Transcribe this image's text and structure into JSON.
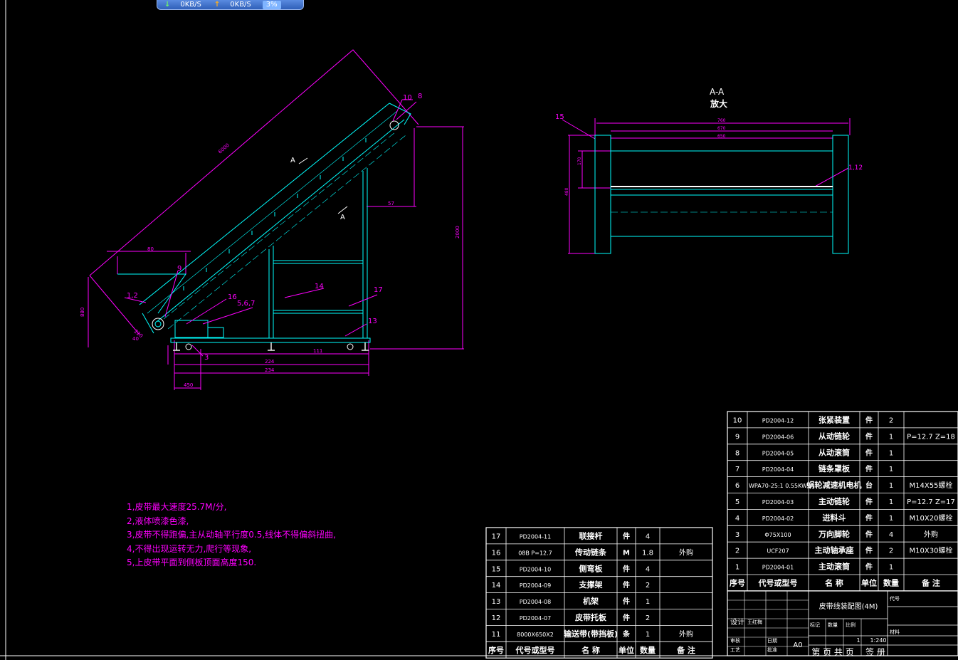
{
  "netbar": {
    "down": "0KB/S",
    "up": "0KB/S",
    "pct": "3%"
  },
  "section": {
    "title": "A-A",
    "subtitle": "放大",
    "callout_left": "15",
    "callout_right": "1,12",
    "dim1": "760",
    "dim2": "670",
    "dim3": "650",
    "dim_v1": "170",
    "dim_v2": "480"
  },
  "main": {
    "callouts": [
      "10",
      "8",
      "9",
      "1,2",
      "16",
      "5,6,7",
      "14",
      "17",
      "13",
      "3"
    ],
    "dims": {
      "len": "6000",
      "hopper": "80",
      "side": "57",
      "h1": "880",
      "h2": "2000",
      "b1": "111",
      "b2": "224",
      "b3": "234",
      "b4": "450",
      "b5": "40",
      "b6": "220"
    },
    "section_mark": "A"
  },
  "notes": [
    "1,皮带最大速度25.7M/分,",
    "2,液体喷漆色漆,",
    "3,皮带不得跑偏,主从动轴平行度0.5,线体不得偏斜扭曲,",
    "4,不得出现运转无力,爬行等现象,",
    "5,上皮带平面到侧板顶面高度150."
  ],
  "bom_left": [
    [
      "17",
      "PD2004-11",
      "联接杆",
      "件",
      "4",
      ""
    ],
    [
      "16",
      "08B P=12.7",
      "传动链条",
      "M",
      "1.8",
      "外购"
    ],
    [
      "15",
      "PD2004-10",
      "侧弯板",
      "件",
      "4",
      ""
    ],
    [
      "14",
      "PD2004-09",
      "支撑架",
      "件",
      "2",
      ""
    ],
    [
      "13",
      "PD2004-08",
      "机架",
      "件",
      "1",
      ""
    ],
    [
      "12",
      "PD2004-07",
      "皮带托板",
      "件",
      "2",
      ""
    ],
    [
      "11",
      "8000X650X2",
      "输送带(带挡板)",
      "条",
      "1",
      "外购"
    ]
  ],
  "bom_right": [
    [
      "10",
      "PD2004-12",
      "张紧装置",
      "件",
      "2",
      ""
    ],
    [
      "9",
      "PD2004-06",
      "从动链轮",
      "件",
      "1",
      "P=12.7 Z=18"
    ],
    [
      "8",
      "PD2004-05",
      "从动滚筒",
      "件",
      "1",
      ""
    ],
    [
      "7",
      "PD2004-04",
      "链条罩板",
      "件",
      "1",
      ""
    ],
    [
      "6",
      "WPA70-25:1 0.55KW",
      "蜗轮减速机电机",
      "台",
      "1",
      "M14X55螺栓"
    ],
    [
      "5",
      "PD2004-03",
      "主动链轮",
      "件",
      "1",
      "P=12.7 Z=17"
    ],
    [
      "4",
      "PD2004-02",
      "进料斗",
      "件",
      "1",
      "M10X20螺栓"
    ],
    [
      "3",
      "Φ75X100",
      "万向脚轮",
      "件",
      "4",
      "外购"
    ],
    [
      "2",
      "UCF207",
      "主动轴承座",
      "件",
      "2",
      "M10X30螺栓"
    ],
    [
      "1",
      "PD2004-01",
      "主动滚筒",
      "件",
      "1",
      ""
    ]
  ],
  "headers": [
    "序号",
    "代号或型号",
    "名 称",
    "单位",
    "数量",
    "备 注"
  ],
  "title_block": {
    "drawing_title": "皮带线装配图(4M)",
    "sheet_size": "A0",
    "scale": "1:240",
    "count": "1",
    "sheet_row": "第 页 共 页",
    "reg": "签 册",
    "labels": [
      "设计",
      "审核",
      "工艺",
      "批准",
      "日期",
      "标记",
      "数量",
      "比例",
      "材料",
      "代号"
    ],
    "designer": "王红梅"
  }
}
